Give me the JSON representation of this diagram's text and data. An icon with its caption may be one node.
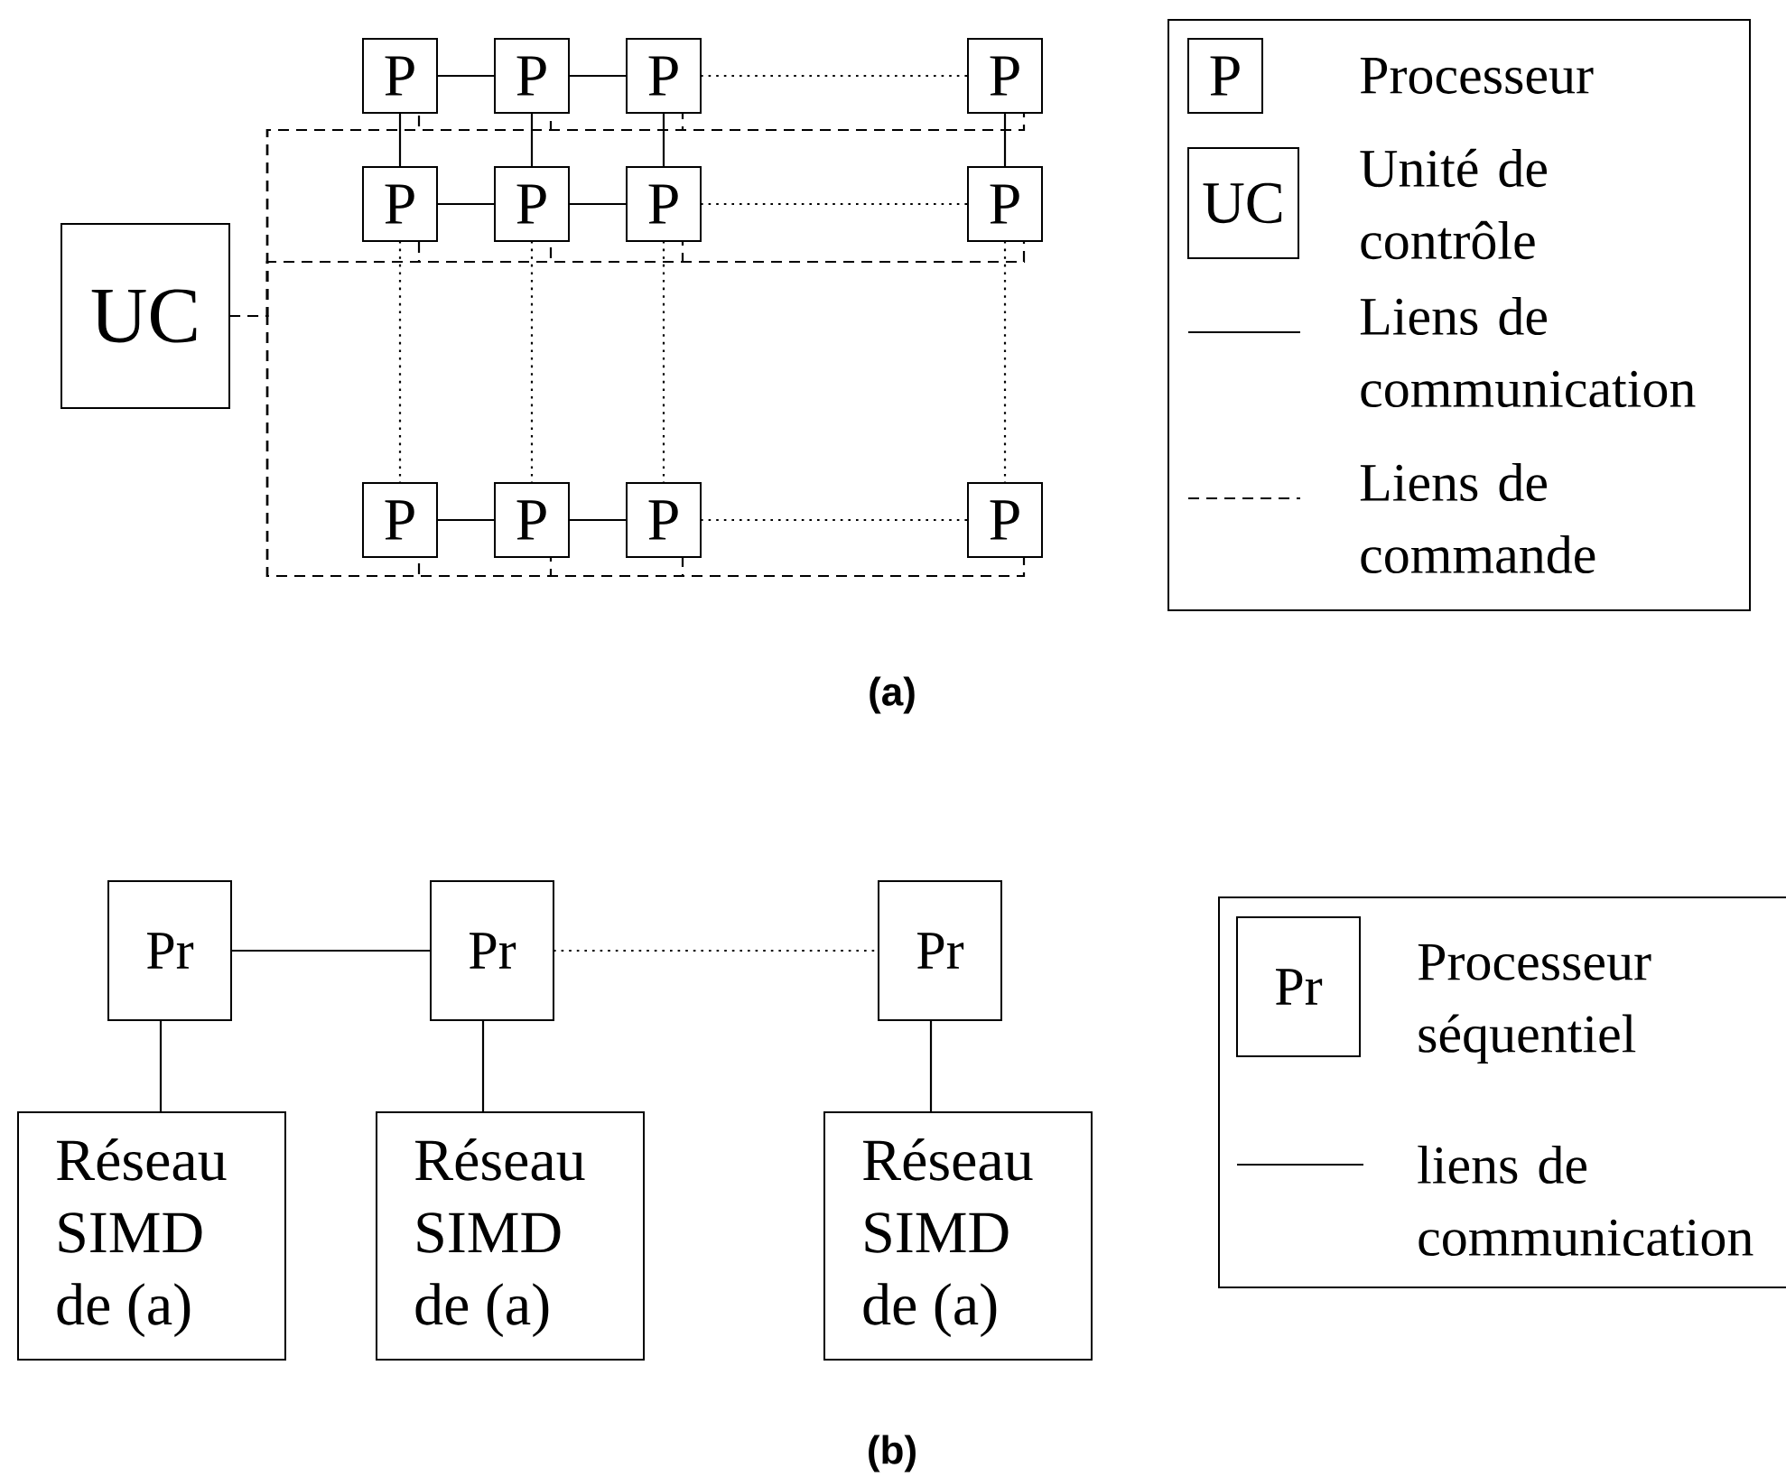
{
  "diagram": {
    "nodes": [
      {
        "text": [
          "UC"
        ]
      },
      {
        "text": [
          "P"
        ]
      },
      {
        "text": [
          "P"
        ]
      },
      {
        "text": [
          "P"
        ]
      },
      {
        "text": [
          "P"
        ]
      },
      {
        "text": [
          "P"
        ]
      },
      {
        "text": [
          "P"
        ]
      },
      {
        "text": [
          "P"
        ]
      },
      {
        "text": [
          "P"
        ]
      },
      {
        "text": [
          "P"
        ]
      },
      {
        "text": [
          "P"
        ]
      },
      {
        "text": [
          "P"
        ]
      },
      {
        "text": [
          "P"
        ]
      },
      {
        "text": [
          "Pr"
        ]
      },
      {
        "text": [
          "Pr"
        ]
      },
      {
        "text": [
          "Pr"
        ]
      },
      {
        "text": [
          "Réseau SIMD de (a)"
        ]
      },
      {
        "text": [
          "Réseau SIMD de (a)"
        ]
      },
      {
        "text": [
          "Réseau SIMD de (a)"
        ]
      },
      {
        "text": [
          "P"
        ]
      },
      {
        "text": [
          "UC"
        ]
      },
      {
        "text": [
          "Pr"
        ]
      }
    ],
    "edges": [
      {
        "from": 1,
        "to": 2,
        "arrow": "none"
      },
      {
        "from": 2,
        "to": 3,
        "arrow": "none"
      },
      {
        "from": 3,
        "to": 4,
        "arrow": "none",
        "style": "dashed"
      },
      {
        "from": 5,
        "to": 6,
        "arrow": "none"
      },
      {
        "from": 6,
        "to": 7,
        "arrow": "none"
      },
      {
        "from": 7,
        "to": 8,
        "arrow": "none",
        "style": "dashed"
      },
      {
        "from": 9,
        "to": 10,
        "arrow": "none"
      },
      {
        "from": 10,
        "to": 11,
        "arrow": "none"
      },
      {
        "from": 11,
        "to": 12,
        "arrow": "none",
        "style": "dashed"
      },
      {
        "from": 1,
        "to": 5,
        "arrow": "none"
      },
      {
        "from": 2,
        "to": 6,
        "arrow": "none"
      },
      {
        "from": 3,
        "to": 7,
        "arrow": "none"
      },
      {
        "from": 4,
        "to": 8,
        "arrow": "none"
      },
      {
        "from": 5,
        "to": 9,
        "arrow": "none",
        "style": "dashed"
      },
      {
        "from": 6,
        "to": 10,
        "arrow": "none",
        "style": "dashed"
      },
      {
        "from": 7,
        "to": 11,
        "arrow": "none",
        "style": "dashed"
      },
      {
        "from": 8,
        "to": 12,
        "arrow": "none",
        "style": "dashed"
      },
      {
        "from": 0,
        "to": 1,
        "arrow": "none",
        "style": "dashed"
      },
      {
        "from": 0,
        "to": 2,
        "arrow": "none",
        "style": "dashed"
      },
      {
        "from": 0,
        "to": 3,
        "arrow": "none",
        "style": "dashed"
      },
      {
        "from": 0,
        "to": 4,
        "arrow": "none",
        "style": "dashed"
      },
      {
        "from": 0,
        "to": 5,
        "arrow": "none",
        "style": "dashed"
      },
      {
        "from": 0,
        "to": 6,
        "arrow": "none",
        "style": "dashed"
      },
      {
        "from": 0,
        "to": 7,
        "arrow": "none",
        "style": "dashed"
      },
      {
        "from": 0,
        "to": 8,
        "arrow": "none",
        "style": "dashed"
      },
      {
        "from": 0,
        "to": 9,
        "arrow": "none",
        "style": "dashed"
      },
      {
        "from": 0,
        "to": 10,
        "arrow": "none",
        "style": "dashed"
      },
      {
        "from": 0,
        "to": 11,
        "arrow": "none",
        "style": "dashed"
      },
      {
        "from": 0,
        "to": 12,
        "arrow": "none",
        "style": "dashed"
      },
      {
        "from": 13,
        "to": 14,
        "arrow": "none"
      },
      {
        "from": 14,
        "to": 15,
        "arrow": "none",
        "style": "dashed"
      },
      {
        "from": 13,
        "to": 16,
        "arrow": "none"
      },
      {
        "from": 14,
        "to": 17,
        "arrow": "none"
      },
      {
        "from": 15,
        "to": 18,
        "arrow": "none"
      }
    ],
    "labels": [
      "(a)",
      "(b)"
    ],
    "legend": [
      {
        "text": "Processeur"
      },
      {
        "text": "Unité de contrôle"
      },
      {
        "text": "Liens de communication"
      },
      {
        "text": "Liens de commande"
      },
      {
        "text": "Processeur séquentiel"
      },
      {
        "text": "liens de communication"
      }
    ]
  }
}
